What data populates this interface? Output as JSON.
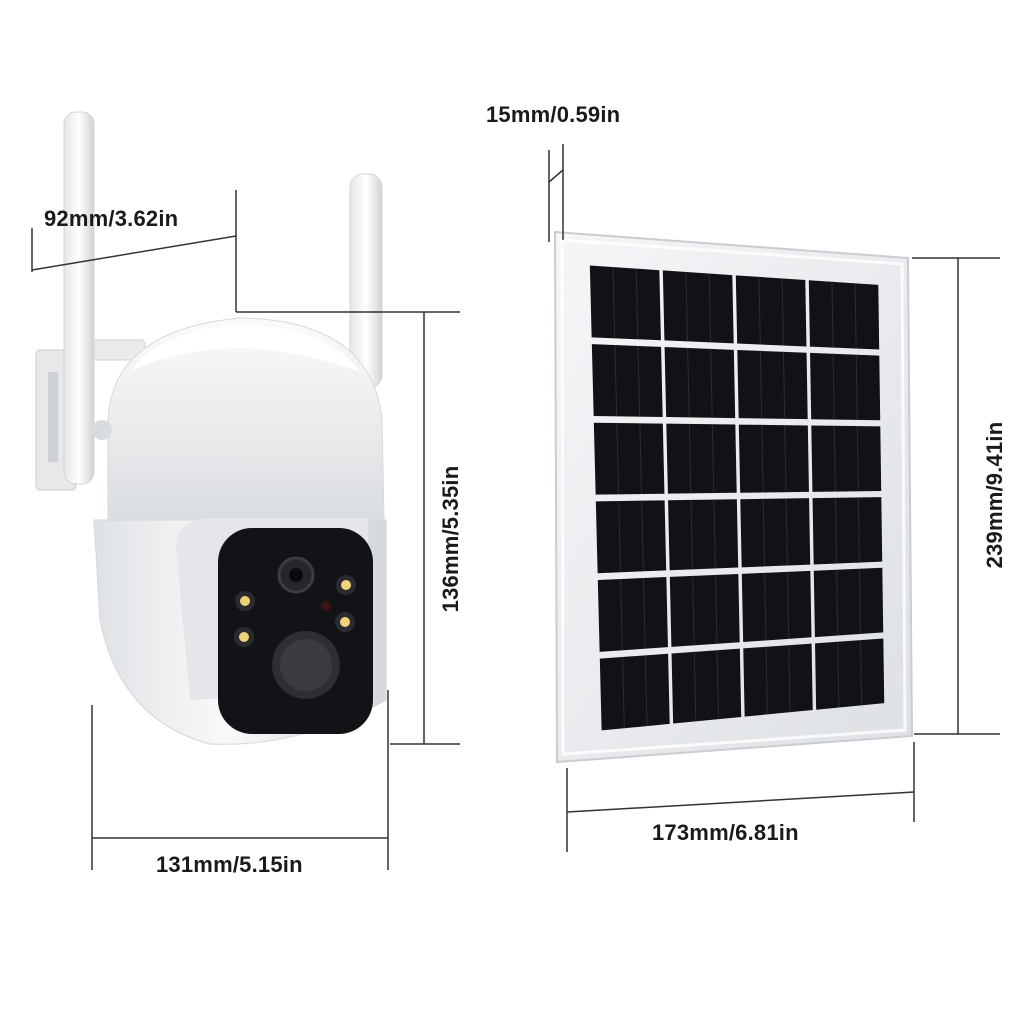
{
  "labels": {
    "camera_depth": "92mm/3.62in",
    "camera_height": "136mm/5.35in",
    "camera_width": "131mm/5.15in",
    "panel_thickness": "15mm/0.59in",
    "panel_height": "239mm/9.41in",
    "panel_width": "173mm/6.81in"
  },
  "colors": {
    "background": "#ffffff",
    "camera_body": "#f4f5f6",
    "camera_shade": "#d9dcdf",
    "lens_face": "#121316",
    "led": "#f0d27a",
    "solar_cell": "#111216",
    "panel_frame": "#ebedf0",
    "dimension_line": "#333333"
  },
  "panel_grid": {
    "rows": 6,
    "columns": 4
  }
}
